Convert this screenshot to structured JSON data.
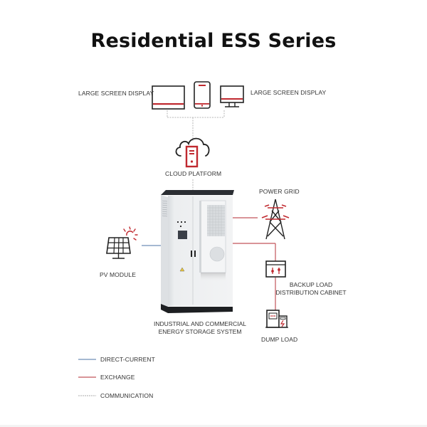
{
  "title": "Residential ESS Series",
  "colors": {
    "accent_red": "#c0292f",
    "direct_current_blue": "#6f8fb8",
    "exchange_red": "#c2545a",
    "communication_gray": "#aaaaaa",
    "icon_dark": "#222222"
  },
  "nodes": {
    "large_screen_left": {
      "label": "LARGE SCREEN DISPLAY",
      "icon": "monitor-icon"
    },
    "tablet": {
      "icon": "tablet-icon"
    },
    "large_screen_right": {
      "label": "LARGE SCREEN DISPLAY",
      "icon": "desktop-monitor-icon"
    },
    "cloud_platform": {
      "label": "CLOUD PLATFORM",
      "icon": "cloud-server-icon"
    },
    "power_grid": {
      "label": "POWER GRID",
      "icon": "transmission-tower-icon"
    },
    "pv_module": {
      "label": "PV MODULE",
      "icon": "solar-panel-icon"
    },
    "backup_load": {
      "label_line1": "BACKUP LOAD",
      "label_line2": "DISTRIBUTION CABINET",
      "icon": "distribution-cabinet-icon"
    },
    "dump_load": {
      "label": "DUMP LOAD",
      "icon": "dump-load-icon"
    },
    "storage_system": {
      "label_line1": "INDUSTRIAL AND COMMERCIAL",
      "label_line2": "ENERGY STORAGE SYSTEM",
      "icon": "energy-storage-cabinet"
    }
  },
  "legend": [
    {
      "label": "DIRECT-CURRENT",
      "style": "solid",
      "color": "#6f8fb8"
    },
    {
      "label": "EXCHANGE",
      "style": "solid",
      "color": "#c2545a"
    },
    {
      "label": "COMMUNICATION",
      "style": "dashed",
      "color": "#aaaaaa"
    }
  ]
}
